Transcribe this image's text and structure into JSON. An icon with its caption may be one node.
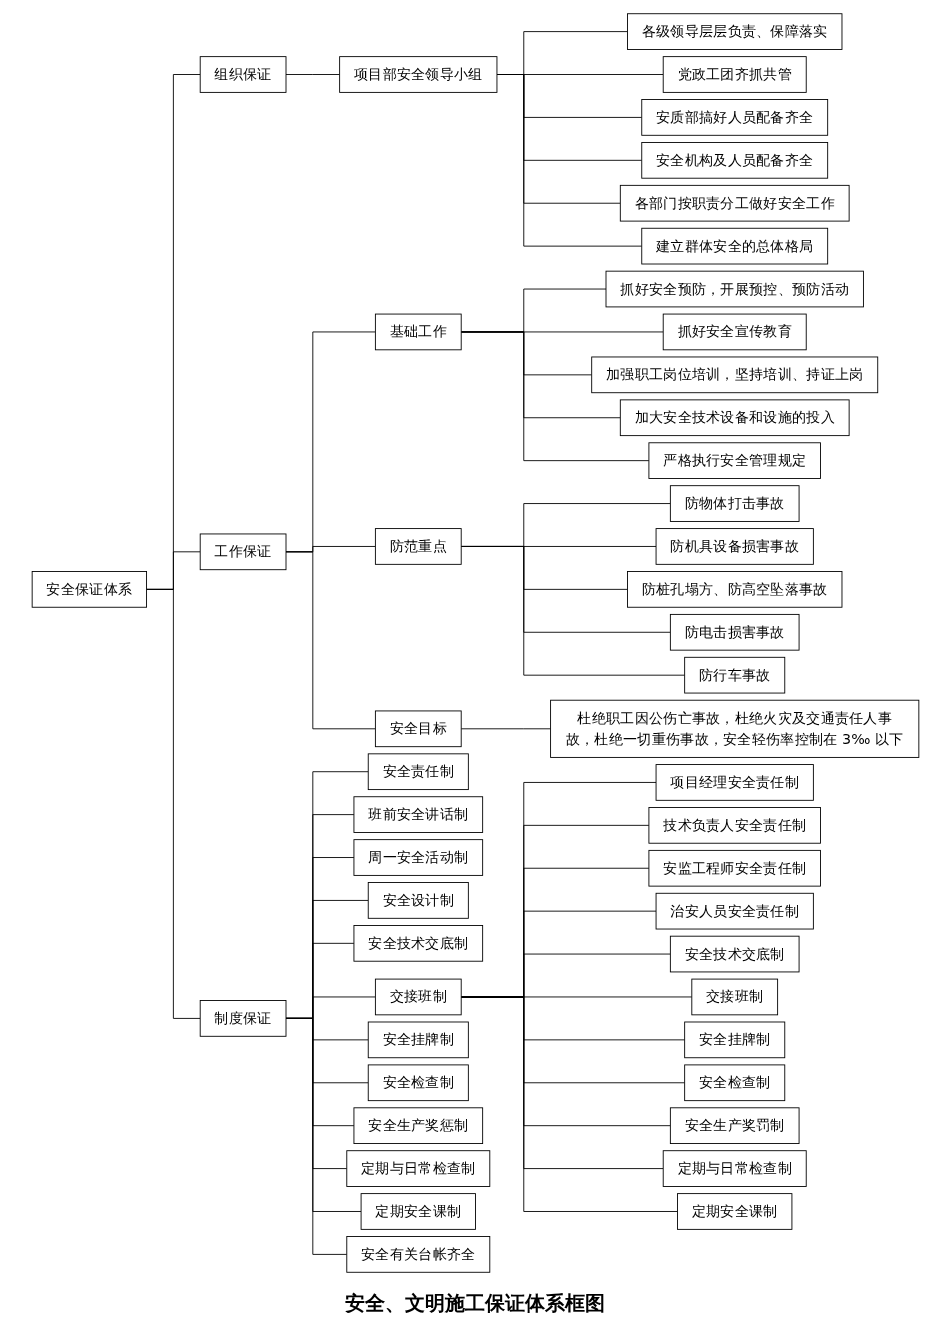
{
  "diagram": {
    "caption": "安全、文明施工保证体系框图",
    "nodes": [
      {
        "text": [
          "安全保证体系"
        ]
      },
      {
        "text": [
          "组织保证"
        ]
      },
      {
        "text": [
          "项目部安全领导小组"
        ]
      },
      {
        "text": [
          "各级领导层层负责、保障落实"
        ]
      },
      {
        "text": [
          "党政工团齐抓共管"
        ]
      },
      {
        "text": [
          "安质部搞好人员配备齐全"
        ]
      },
      {
        "text": [
          "安全机构及人员配备齐全"
        ]
      },
      {
        "text": [
          "各部门按职责分工做好安全工作"
        ]
      },
      {
        "text": [
          "建立群体安全的总体格局"
        ]
      },
      {
        "text": [
          "工作保证"
        ]
      },
      {
        "text": [
          "基础工作"
        ]
      },
      {
        "text": [
          "抓好安全预防，开展预控、预防活动"
        ]
      },
      {
        "text": [
          "抓好安全宣传教育"
        ]
      },
      {
        "text": [
          "加强职工岗位培训，坚持培训、持证上岗"
        ]
      },
      {
        "text": [
          "加大安全技术设备和设施的投入"
        ]
      },
      {
        "text": [
          "严格执行安全管理规定"
        ]
      },
      {
        "text": [
          "防范重点"
        ]
      },
      {
        "text": [
          "防物体打击事故"
        ]
      },
      {
        "text": [
          "防机具设备损害事故"
        ]
      },
      {
        "text": [
          "防桩孔塌方、防高空坠落事故"
        ]
      },
      {
        "text": [
          "防电击损害事故"
        ]
      },
      {
        "text": [
          "防行车事故"
        ]
      },
      {
        "text": [
          "安全目标"
        ]
      },
      {
        "text": [
          "杜绝职工因公伤亡事故，杜绝火灾及交通责任人事故，杜绝一切重伤事故，安全轻伤率控制在 3‰ 以下"
        ]
      },
      {
        "text": [
          "制度保证"
        ]
      },
      {
        "text": [
          "安全责任制"
        ]
      },
      {
        "text": [
          "班前安全讲话制"
        ]
      },
      {
        "text": [
          "周一安全活动制"
        ]
      },
      {
        "text": [
          "安全设计制"
        ]
      },
      {
        "text": [
          "安全技术交底制"
        ]
      },
      {
        "text": [
          "交接班制"
        ]
      },
      {
        "text": [
          "安全挂牌制"
        ]
      },
      {
        "text": [
          "安全检查制"
        ]
      },
      {
        "text": [
          "安全生产奖惩制"
        ]
      },
      {
        "text": [
          "定期与日常检查制"
        ]
      },
      {
        "text": [
          "定期安全课制"
        ]
      },
      {
        "text": [
          "安全有关台帐齐全"
        ]
      },
      {
        "text": [
          "项目经理安全责任制"
        ]
      },
      {
        "text": [
          "技术负责人安全责任制"
        ]
      },
      {
        "text": [
          "安监工程师安全责任制"
        ]
      },
      {
        "text": [
          "治安人员安全责任制"
        ]
      },
      {
        "text": [
          "安全技术交底制"
        ]
      },
      {
        "text": [
          "交接班制"
        ]
      },
      {
        "text": [
          "安全挂牌制"
        ]
      },
      {
        "text": [
          "安全检查制"
        ]
      },
      {
        "text": [
          "安全生产奖罚制"
        ]
      },
      {
        "text": [
          "定期与日常检查制"
        ]
      },
      {
        "text": [
          "定期安全课制"
        ]
      }
    ],
    "edges": [
      {
        "from": 0,
        "to": 1,
        "arrow": "none"
      },
      {
        "from": 0,
        "to": 9,
        "arrow": "none"
      },
      {
        "from": 0,
        "to": 24,
        "arrow": "none"
      },
      {
        "from": 1,
        "to": 2,
        "arrow": "none"
      },
      {
        "from": 2,
        "to": 3,
        "arrow": "none"
      },
      {
        "from": 2,
        "to": 4,
        "arrow": "none"
      },
      {
        "from": 2,
        "to": 5,
        "arrow": "none"
      },
      {
        "from": 2,
        "to": 6,
        "arrow": "none"
      },
      {
        "from": 2,
        "to": 7,
        "arrow": "none"
      },
      {
        "from": 2,
        "to": 8,
        "arrow": "none"
      },
      {
        "from": 9,
        "to": 10,
        "arrow": "none"
      },
      {
        "from": 9,
        "to": 16,
        "arrow": "none"
      },
      {
        "from": 9,
        "to": 22,
        "arrow": "none"
      },
      {
        "from": 10,
        "to": 11,
        "arrow": "none"
      },
      {
        "from": 10,
        "to": 12,
        "arrow": "none"
      },
      {
        "from": 10,
        "to": 13,
        "arrow": "none"
      },
      {
        "from": 10,
        "to": 14,
        "arrow": "none"
      },
      {
        "from": 10,
        "to": 15,
        "arrow": "none"
      },
      {
        "from": 16,
        "to": 17,
        "arrow": "none"
      },
      {
        "from": 16,
        "to": 18,
        "arrow": "none"
      },
      {
        "from": 16,
        "to": 19,
        "arrow": "none"
      },
      {
        "from": 16,
        "to": 20,
        "arrow": "none"
      },
      {
        "from": 16,
        "to": 21,
        "arrow": "none"
      },
      {
        "from": 22,
        "to": 23,
        "arrow": "none"
      },
      {
        "from": 24,
        "to": 25,
        "arrow": "none"
      },
      {
        "from": 24,
        "to": 26,
        "arrow": "none"
      },
      {
        "from": 24,
        "to": 27,
        "arrow": "none"
      },
      {
        "from": 24,
        "to": 28,
        "arrow": "none"
      },
      {
        "from": 24,
        "to": 29,
        "arrow": "none"
      },
      {
        "from": 24,
        "to": 30,
        "arrow": "none"
      },
      {
        "from": 24,
        "to": 31,
        "arrow": "none"
      },
      {
        "from": 24,
        "to": 32,
        "arrow": "none"
      },
      {
        "from": 24,
        "to": 33,
        "arrow": "none"
      },
      {
        "from": 24,
        "to": 34,
        "arrow": "none"
      },
      {
        "from": 24,
        "to": 35,
        "arrow": "none"
      },
      {
        "from": 24,
        "to": 36,
        "arrow": "none"
      },
      {
        "from": 30,
        "to": 37,
        "arrow": "none"
      },
      {
        "from": 30,
        "to": 38,
        "arrow": "none"
      },
      {
        "from": 30,
        "to": 39,
        "arrow": "none"
      },
      {
        "from": 30,
        "to": 40,
        "arrow": "none"
      },
      {
        "from": 30,
        "to": 41,
        "arrow": "none"
      },
      {
        "from": 30,
        "to": 42,
        "arrow": "none"
      },
      {
        "from": 30,
        "to": 43,
        "arrow": "none"
      },
      {
        "from": 30,
        "to": 44,
        "arrow": "none"
      },
      {
        "from": 30,
        "to": 45,
        "arrow": "none"
      },
      {
        "from": 30,
        "to": 46,
        "arrow": "none"
      },
      {
        "from": 30,
        "to": 47,
        "arrow": "none"
      }
    ]
  }
}
